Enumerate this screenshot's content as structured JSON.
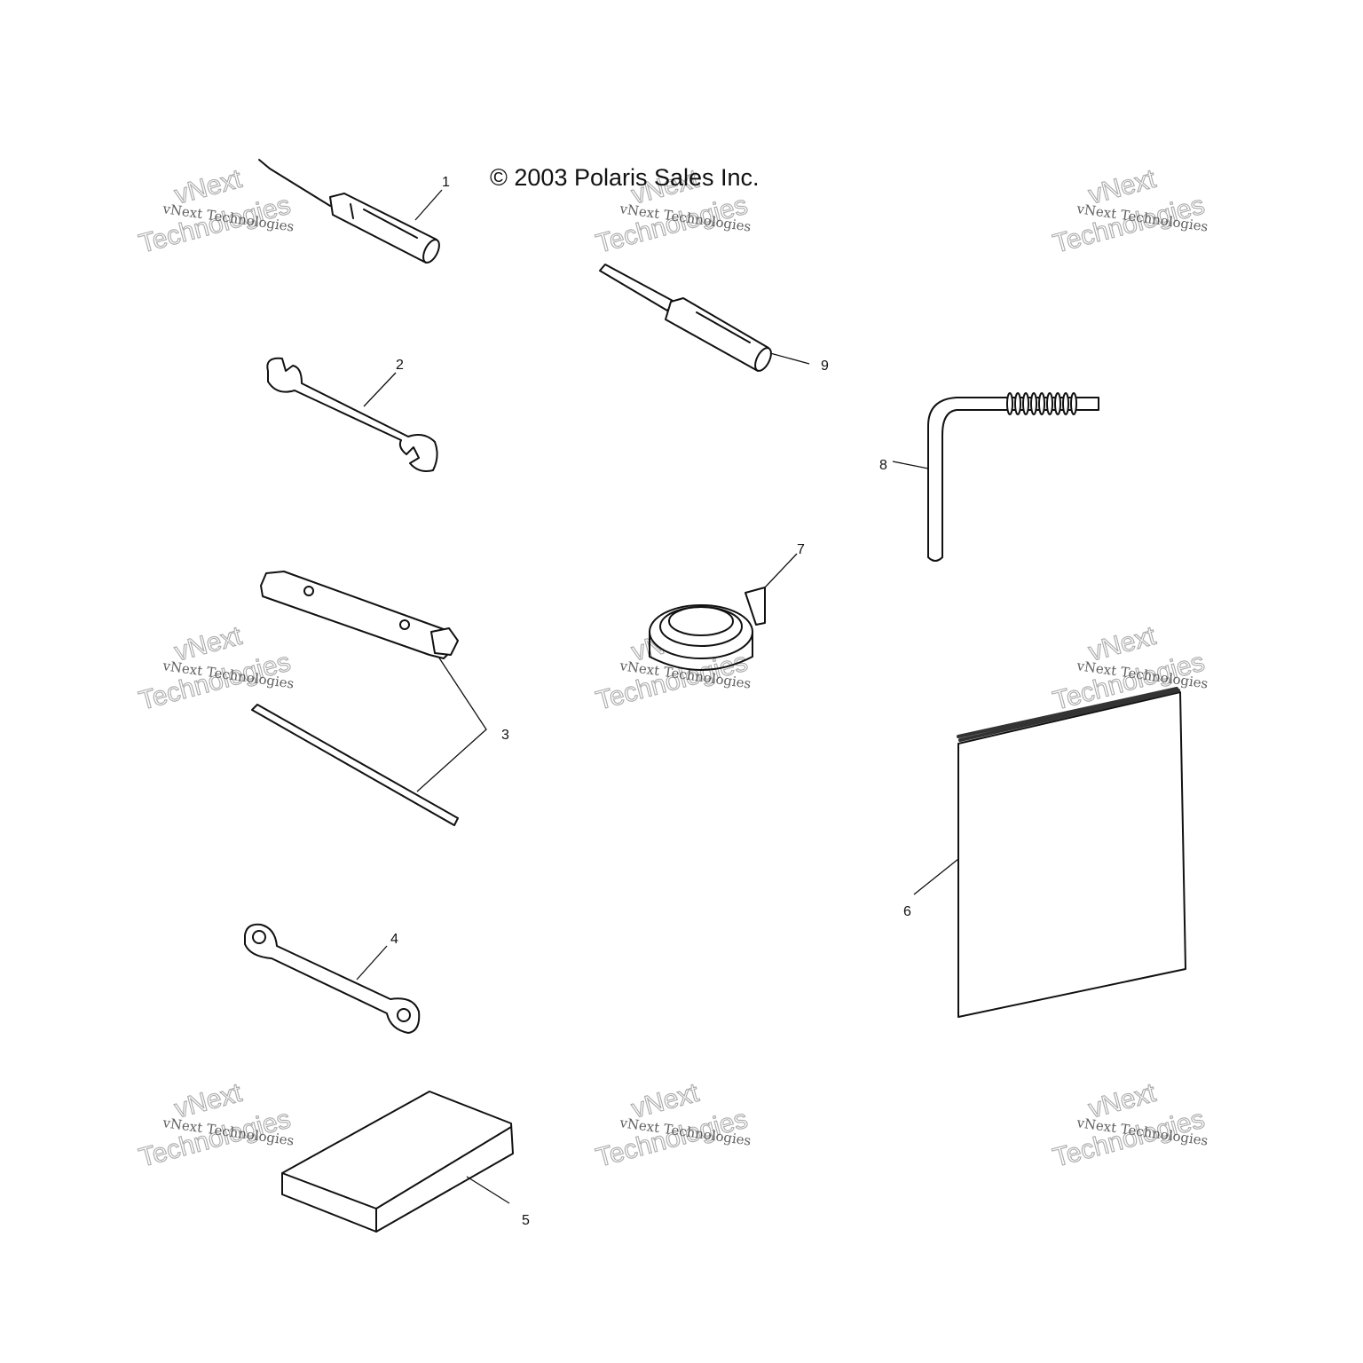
{
  "copyright": "© 2003 Polaris Sales Inc.",
  "watermark": {
    "line1": "vNext Technologies",
    "big1": "vNext",
    "big2": "Technologies"
  },
  "callouts": [
    {
      "id": "1",
      "part": "screwdriver"
    },
    {
      "id": "2",
      "part": "open-end-wrench"
    },
    {
      "id": "3",
      "part": "socket-wrench-and-bar"
    },
    {
      "id": "4",
      "part": "box-wrench"
    },
    {
      "id": "5",
      "part": "tool-pouch"
    },
    {
      "id": "6",
      "part": "owners-manual"
    },
    {
      "id": "7",
      "part": "strap"
    },
    {
      "id": "8",
      "part": "hex-key"
    },
    {
      "id": "9",
      "part": "screwdriver-reversible"
    }
  ]
}
